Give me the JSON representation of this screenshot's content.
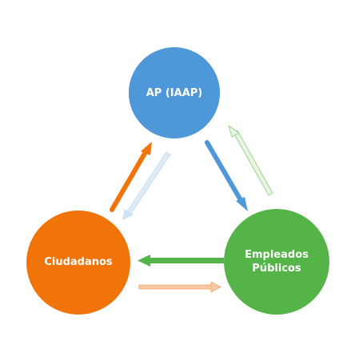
{
  "nodes": [
    {
      "id": "ap",
      "label": "AP (IAAP)",
      "color": "#4e97d8"
    },
    {
      "id": "ciudadanos",
      "label": "Ciudadanos",
      "color": "#f07409"
    },
    {
      "id": "empleados",
      "label_line1": "Empleados",
      "label_line2": "Públicos",
      "color": "#55b447"
    }
  ],
  "colors": {
    "orange": "#f07409",
    "blue": "#4e97d8",
    "green": "#55b447",
    "light_blue": "#d6e8f8",
    "light_green": "#dff1d9",
    "light_orange": "#f9c8a2"
  }
}
